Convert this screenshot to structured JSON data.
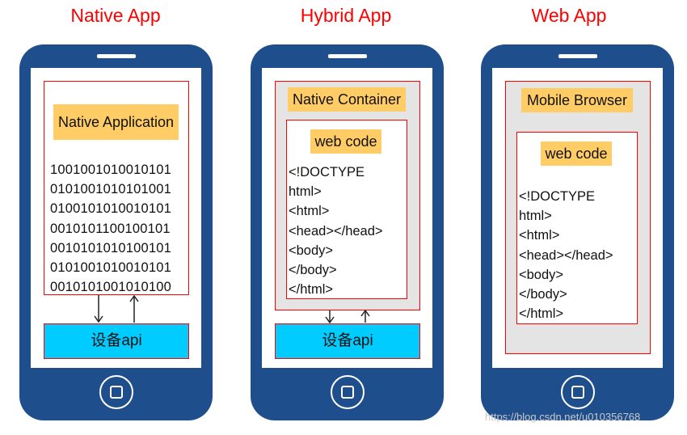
{
  "columns": [
    {
      "title": "Native App",
      "header": "Native Application",
      "binary_lines": [
        "1001001010010101",
        "0101001010101001",
        "0100101010010101",
        "0010101100100101",
        "0010101010100101",
        "0101001010010101",
        "0010101001010100"
      ],
      "api_label": "设备api"
    },
    {
      "title": "Hybrid App",
      "container_label": "Native Container",
      "web_label": "web code",
      "code_lines": [
        "<!DOCTYPE",
        "html>",
        "<html>",
        "<head></head>",
        "<body>",
        "</body>",
        "</html>"
      ],
      "api_label": "设备api"
    },
    {
      "title": "Web App",
      "container_label": "Mobile Browser",
      "web_label": "web code",
      "code_lines": [
        "<!DOCTYPE",
        "html>",
        "<html>",
        "<head></head>",
        "<body>",
        "</body>",
        "</html>"
      ]
    }
  ],
  "watermark": "https://blog.csdn.net/u010356768",
  "colors": {
    "title": "#ff0000",
    "phone": "#1f4e8c",
    "label": "#ffcc66",
    "api": "#00ccff",
    "border": "#ff0000",
    "container": "#e4e4e4"
  }
}
